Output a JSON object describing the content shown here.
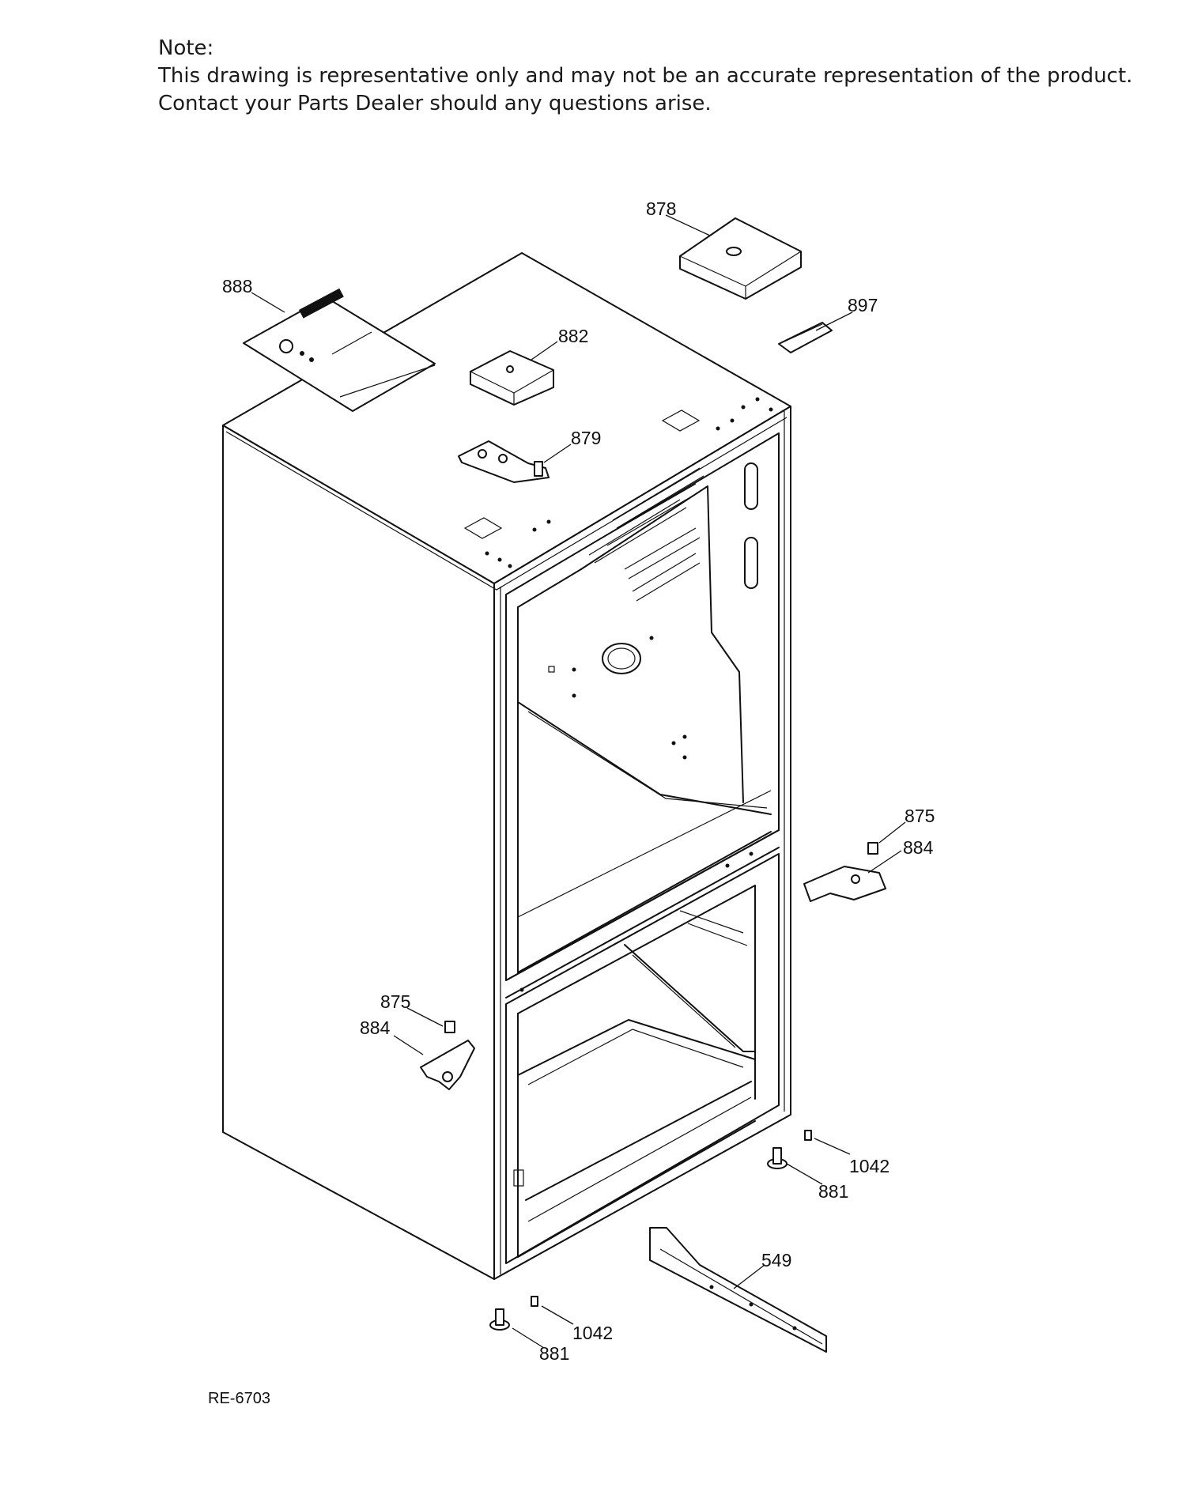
{
  "note": {
    "heading": "Note:",
    "line1": "This drawing is representative only and may not be an accurate representation of the product.",
    "line2": "Contact your Parts Dealer should any questions arise."
  },
  "diagram_code": "RE-6703",
  "callouts": [
    {
      "id": "c878",
      "text": "878"
    },
    {
      "id": "c888",
      "text": "888"
    },
    {
      "id": "c897",
      "text": "897"
    },
    {
      "id": "c882",
      "text": "882"
    },
    {
      "id": "c879",
      "text": "879"
    },
    {
      "id": "c875a",
      "text": "875"
    },
    {
      "id": "c884a",
      "text": "884"
    },
    {
      "id": "c875b",
      "text": "875"
    },
    {
      "id": "c884b",
      "text": "884"
    },
    {
      "id": "c1042a",
      "text": "1042"
    },
    {
      "id": "c881a",
      "text": "881"
    },
    {
      "id": "c549",
      "text": "549"
    },
    {
      "id": "c1042b",
      "text": "1042"
    },
    {
      "id": "c881b",
      "text": "881"
    }
  ]
}
